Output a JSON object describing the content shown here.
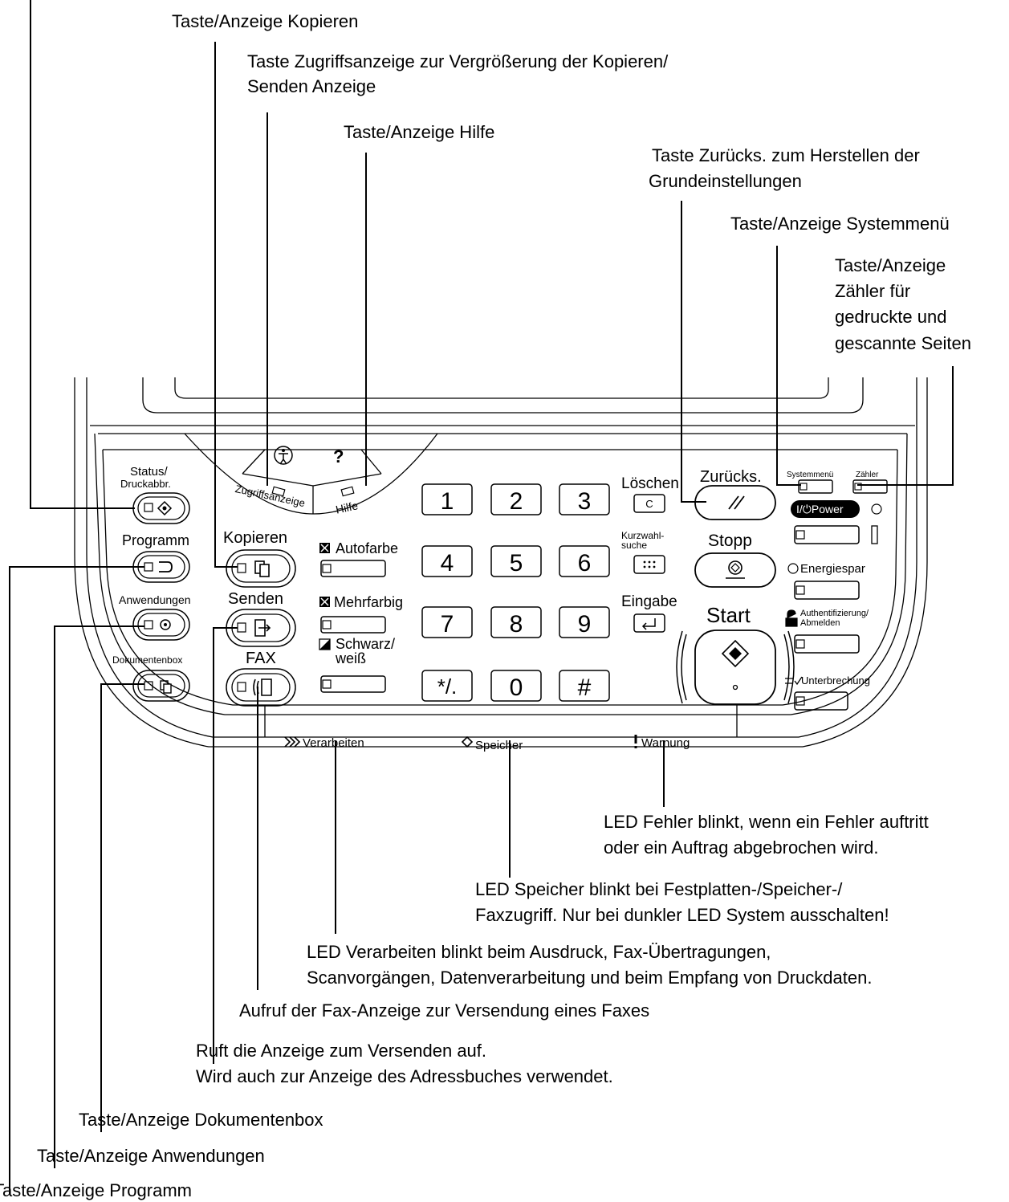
{
  "callouts": {
    "kopieren": "Taste/Anzeige Kopieren",
    "zugriff_1": "Taste Zugriffsanzeige zur Vergrößerung der Kopieren/",
    "zugriff_2": "Senden Anzeige",
    "hilfe": "Taste/Anzeige Hilfe",
    "zuruecks_1": "Taste Zurücks. zum Herstellen der",
    "zuruecks_2": "Grundeinstellungen",
    "systemmenu": "Taste/Anzeige Systemmenü",
    "zaehler_1": "Taste/Anzeige",
    "zaehler_2": "Zähler für",
    "zaehler_3": "gedruckte und",
    "zaehler_4": "gescannte Seiten",
    "fehler_1": "LED Fehler blinkt, wenn ein Fehler auftritt",
    "fehler_2": "oder ein Auftrag abgebrochen wird.",
    "speicher_1": "LED Speicher blinkt bei Festplatten-/Speicher-/",
    "speicher_2": "Faxzugriff. Nur bei dunkler LED System ausschalten!",
    "verarbeiten_1": "LED Verarbeiten blinkt beim Ausdruck, Fax-Übertragungen,",
    "verarbeiten_2": "Scanvorgängen, Datenverarbeitung und beim Empfang von Druckdaten.",
    "fax": "Aufruf der Fax-Anzeige zur Versendung eines Faxes",
    "senden_1": "Ruft die Anzeige zum Versenden auf.",
    "senden_2": "Wird auch zur Anzeige des Adressbuches verwendet.",
    "dokumentenbox": "Taste/Anzeige Dokumentenbox",
    "anwendungen": "Taste/Anzeige Anwendungen",
    "programm": "Taste/Anzeige Programm"
  },
  "panel": {
    "status_1": "Status/",
    "status_2": "Druckabbr.",
    "programm": "Programm",
    "anwendungen": "Anwendungen",
    "dokumentenbox": "Dokumentenbox",
    "kopieren": "Kopieren",
    "senden": "Senden",
    "fax": "FAX",
    "zugriffsanzeige": "Zugriffsanzeige",
    "hilfe": "Hilfe",
    "help_glyph": "?",
    "autofarbe": "Autofarbe",
    "mehrfarbig": "Mehrfarbig",
    "schwarz_1": "Schwarz/",
    "schwarz_2": "weiß",
    "keys": [
      "1",
      "2",
      "3",
      "4",
      "5",
      "6",
      "7",
      "8",
      "9",
      "*/.",
      "0",
      "#"
    ],
    "loeschen": "Löschen",
    "loeschen_key": "C",
    "kurzwahl_1": "Kurzwahl-",
    "kurzwahl_2": "suche",
    "eingabe": "Eingabe",
    "zuruecks": "Zurücks.",
    "stopp": "Stopp",
    "start": "Start",
    "systemmenu": "Systemmenü",
    "zaehler": "Zähler",
    "power": "I/⏻Power",
    "energiespar": "Energiespar",
    "auth_1": "Authentifizierung/",
    "auth_2": "Abmelden",
    "unterbrechung": "Unterbrechung",
    "verarbeiten": "Verarbeiten",
    "speicher": "Speicher",
    "warnung": "Warnung"
  }
}
